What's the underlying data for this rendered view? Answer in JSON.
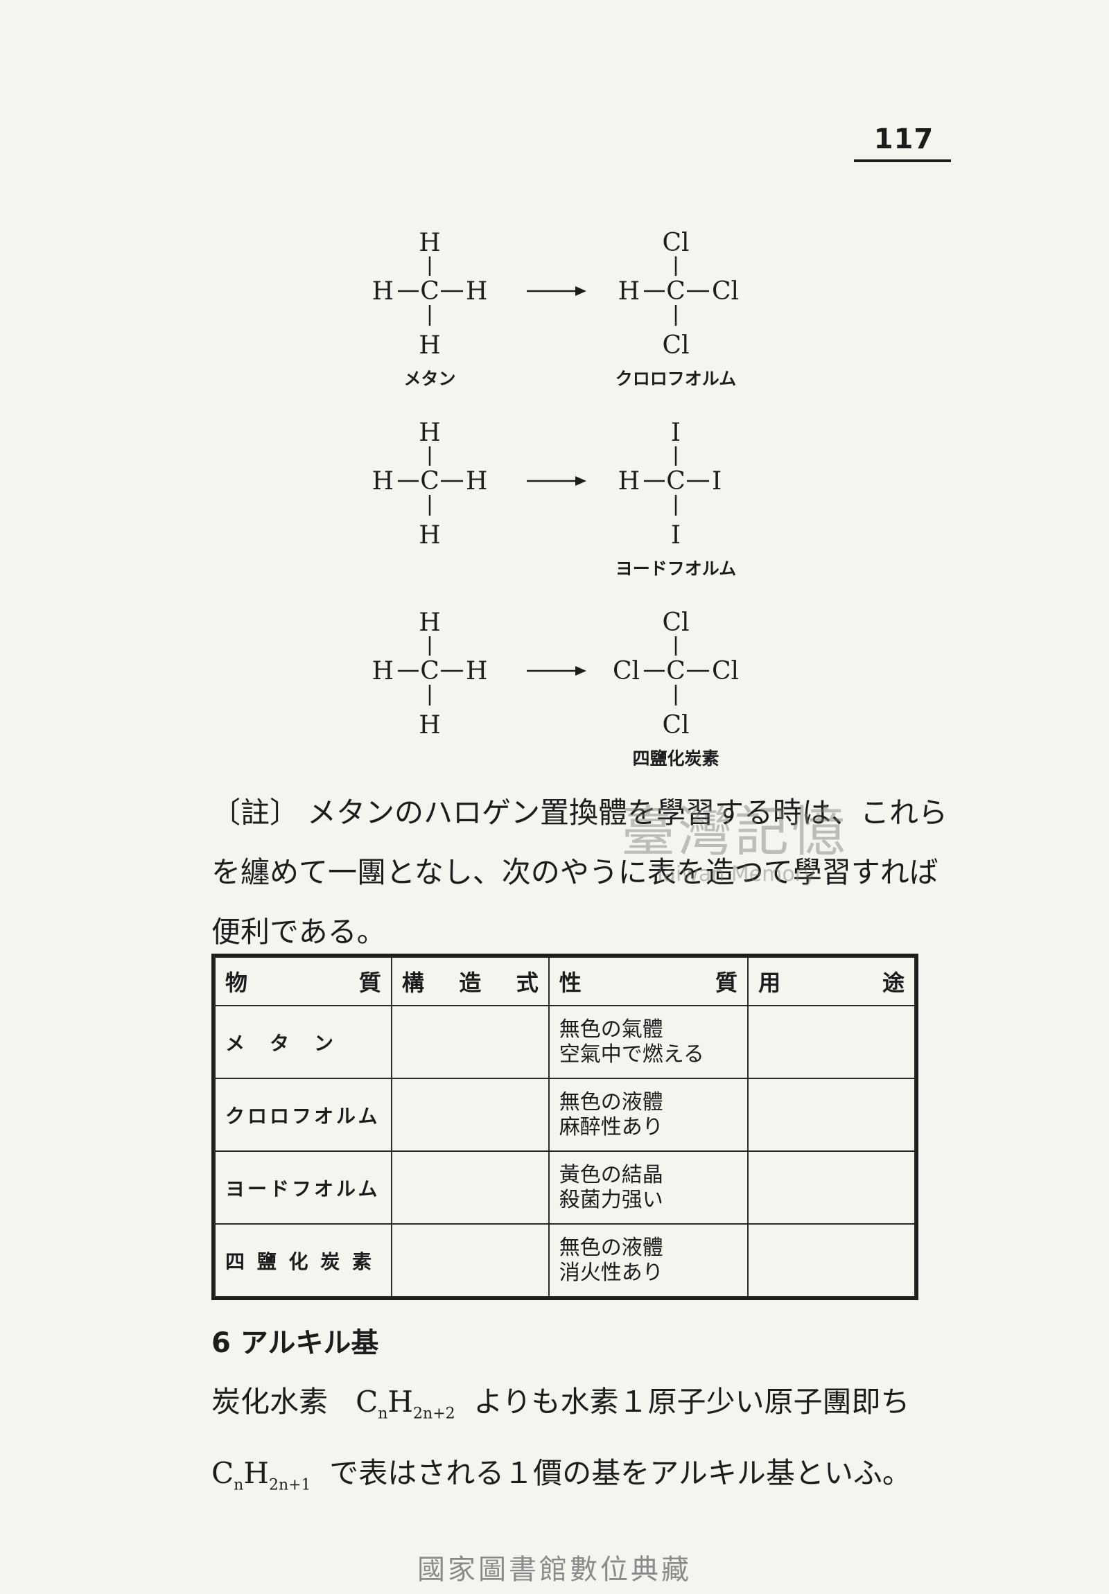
{
  "page_number": "117",
  "reactions": [
    {
      "reactant": {
        "top": "H",
        "left": "H",
        "center": "C",
        "right": "H",
        "bottom": "H"
      },
      "product": {
        "top": "Cl",
        "left": "H",
        "center": "C",
        "right": "Cl",
        "bottom": "Cl"
      },
      "reactant_name": "メタン",
      "product_name": "クロロフオルム"
    },
    {
      "reactant": {
        "top": "H",
        "left": "H",
        "center": "C",
        "right": "H",
        "bottom": "H"
      },
      "product": {
        "top": "I",
        "left": "H",
        "center": "C",
        "right": "I",
        "bottom": "I"
      },
      "reactant_name": "",
      "product_name": "ヨードフオルム"
    },
    {
      "reactant": {
        "top": "H",
        "left": "H",
        "center": "C",
        "right": "H",
        "bottom": "H"
      },
      "product": {
        "top": "Cl",
        "left": "Cl",
        "center": "C",
        "right": "Cl",
        "bottom": "Cl"
      },
      "reactant_name": "",
      "product_name": "四鹽化炭素"
    }
  ],
  "note": {
    "tag": "〔註〕",
    "text": "メタンのハロゲン置換體を學習する時は、これらを纏めて一團となし、次のやうに表を造つて學習すれば便利である。"
  },
  "watermark": {
    "chinese": "臺灣記憶",
    "english": "Taiwan Memory"
  },
  "table": {
    "headers": [
      "物　　質",
      "構 造 式",
      "性　　質",
      "用　　途"
    ],
    "rows": [
      {
        "substance": "メ　タ　ン",
        "structure": "",
        "property": [
          "無色の氣體",
          "空氣中で燃える"
        ],
        "use": ""
      },
      {
        "substance": "クロロフオルム",
        "structure": "",
        "property": [
          "無色の液體",
          "麻醉性あり"
        ],
        "use": ""
      },
      {
        "substance": "ヨードフオルム",
        "structure": "",
        "property": [
          "黃色の結晶",
          "殺菌力强い"
        ],
        "use": ""
      },
      {
        "substance": "四 鹽 化 炭 素",
        "structure": "",
        "property": [
          "無色の液體",
          "消火性あり"
        ],
        "use": ""
      }
    ]
  },
  "section": {
    "number": "6",
    "title": "アルキル基"
  },
  "body": {
    "line1_prefix": "炭化水素",
    "formula1": {
      "c": "C",
      "c_sub": "n",
      "h": "H",
      "h_sub": "2n+2"
    },
    "line1_suffix": "よりも水素１原子少い原子團即ち",
    "formula2": {
      "c": "C",
      "c_sub": "n",
      "h": "H",
      "h_sub": "2n+1"
    },
    "line2_suffix": "で表はされる１價の基をアルキル基といふ。"
  },
  "footer": "國家圖書館數位典藏"
}
